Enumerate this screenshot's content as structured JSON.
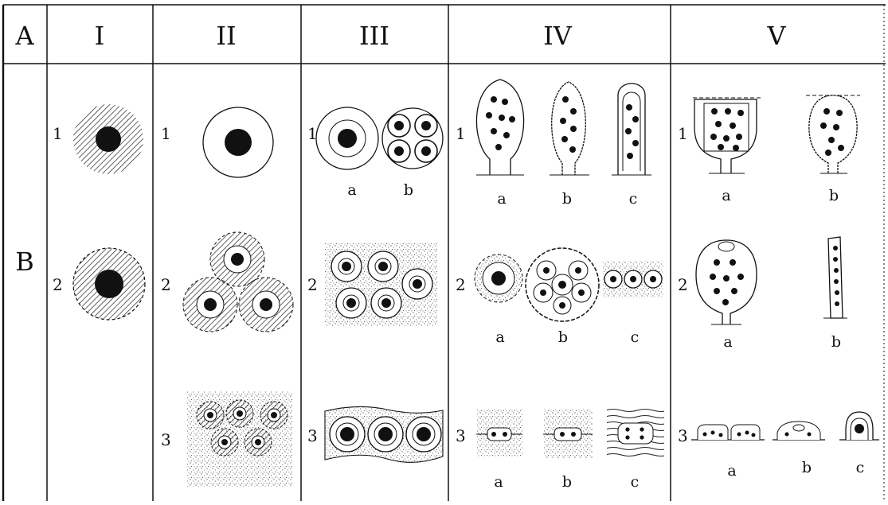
{
  "header": {
    "corner": "A",
    "row_label": "B",
    "columns": [
      "I",
      "II",
      "III",
      "IV",
      "V"
    ]
  },
  "cells": {
    "I": {
      "rows": [
        "1",
        "2"
      ]
    },
    "II": {
      "rows": [
        "1",
        "2",
        "3"
      ]
    },
    "III": {
      "rows": [
        "1",
        "2",
        "3"
      ],
      "row1_sublabels": [
        "a",
        "b"
      ]
    },
    "IV": {
      "rows": [
        "1",
        "2",
        "3"
      ],
      "sublabels": [
        "a",
        "b",
        "c"
      ]
    },
    "V": {
      "rows": [
        "1",
        "2",
        "3"
      ],
      "row1_sublabels": [
        "a",
        "b"
      ],
      "row2_sublabels": [
        "a",
        "b"
      ],
      "row3_sublabels": [
        "a",
        "b",
        "c"
      ]
    }
  }
}
